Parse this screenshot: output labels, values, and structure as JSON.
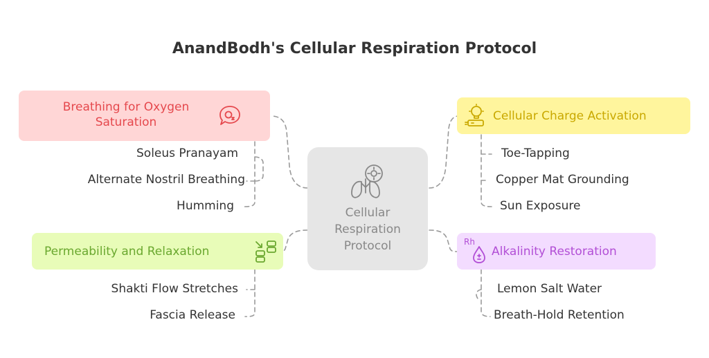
{
  "title": "AnandBodh's Cellular Respiration Protocol",
  "center": {
    "lines": [
      "Cellular",
      "Respiration",
      "Protocol"
    ],
    "icon": "lungs-gear-icon",
    "fill": "#e6e6e6",
    "text_color": "#888888"
  },
  "branches": [
    {
      "id": "oxygen",
      "label_lines": [
        "Breathing for Oxygen",
        "Saturation"
      ],
      "icon": "o2-speech-bubble-icon",
      "fill": "#ffd6d6",
      "text_color": "#e5484d",
      "items": [
        "Soleus Pranayam",
        "Alternate Nostril Breathing",
        "Humming"
      ]
    },
    {
      "id": "charge",
      "label_lines": [
        "Cellular Charge Activation"
      ],
      "icon": "lightbulb-battery-icon",
      "fill": "#fff59d",
      "text_color": "#c9a800",
      "items": [
        "Toe-Tapping",
        "Copper Mat Grounding",
        "Sun Exposure"
      ]
    },
    {
      "id": "permeability",
      "label_lines": [
        "Permeability and Relaxation"
      ],
      "icon": "cells-exchange-icon",
      "fill": "#e8fcb8",
      "text_color": "#6aa82f",
      "items": [
        "Shakti Flow Stretches",
        "Fascia Release"
      ]
    },
    {
      "id": "alkalinity",
      "label_lines": [
        "Alkalinity Restoration"
      ],
      "icon": "rh-drop-icon",
      "icon_text": "Rh",
      "fill": "#f3dcff",
      "text_color": "#b24fd6",
      "items": [
        "Lemon Salt Water",
        "Breath-Hold Retention"
      ]
    }
  ]
}
